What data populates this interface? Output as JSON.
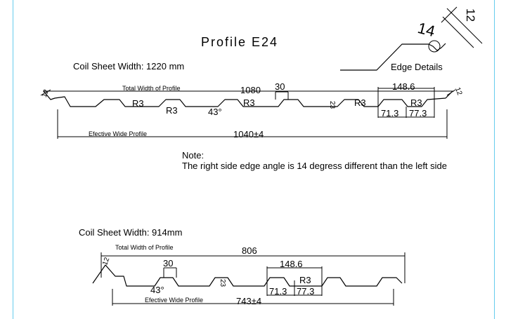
{
  "title": "Profile E24",
  "edge_details": {
    "label": "Edge Details",
    "angle": "14",
    "height": "12"
  },
  "profile1": {
    "coil_width": "Coil Sheet Width: 1220 mm",
    "total_width_label": "Total Width of Profile",
    "total_width": "1080",
    "effective_width_label": "Efective Wide Profile",
    "effective_width": "1040±4",
    "top_width": "30",
    "pitch": "148.6",
    "sub_a": "71.3",
    "sub_b": "77.3",
    "radius": "R3",
    "angle": "43°",
    "rib_height": "23",
    "edge_height": "12"
  },
  "note": {
    "heading": "Note:",
    "text": "The right side edge angle is 14 degress different than the left side"
  },
  "profile2": {
    "coil_width": "Coil Sheet Width: 914mm",
    "total_width_label": "Total Width of Profile",
    "total_width": "806",
    "effective_width_label": "Efective Wide Profile",
    "effective_width": "743±4",
    "top_width": "30",
    "pitch": "148.6",
    "sub_a": "71.3",
    "sub_b": "77.3",
    "radius": "R3",
    "angle": "43°",
    "rib_height": "23",
    "edge_height": "12"
  }
}
